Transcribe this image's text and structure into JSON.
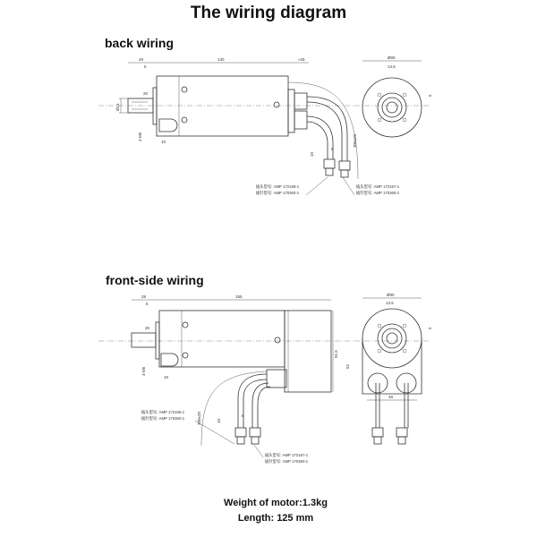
{
  "title": "The wiring diagram",
  "sections": {
    "back": {
      "label": "back wiring",
      "dims": {
        "flange": "28",
        "body": "130",
        "rear": "≈25",
        "shaft": "20",
        "shaft_step": "5",
        "cable": "300±20",
        "bolt": "4-M5",
        "bolt_depth": "10",
        "dia_outer": "Ø80",
        "dia_inner": "Ø14",
        "key": "5",
        "keyway": "13.5",
        "pin": "8",
        "strip": "10"
      },
      "plug_a": [
        "插头型号: AMP 172168-1",
        "插针型号: AMP 170360-1"
      ],
      "plug_b": [
        "插头型号: AMP 172167-1",
        "插针型号: AMP 170360-1"
      ]
    },
    "front": {
      "label": "front-side wiring",
      "dims": {
        "flange": "28",
        "body": "155",
        "shaft_step": "5",
        "shaft": "20",
        "cable": "300±20",
        "height": "91.5",
        "bolt": "4-M5",
        "bolt_depth": "10",
        "dia_outer": "Ø80",
        "keyway": "13.5",
        "key": "5",
        "offset": "52",
        "gland_pitch": "48",
        "pin": "8",
        "strip": "10"
      },
      "plug_a": [
        "插头型号: AMP 172168-1",
        "插针型号: AMP 170360-1"
      ],
      "plug_b": [
        "插头型号: AMP 172167-1",
        "插针型号: AMP 170360-1"
      ]
    }
  },
  "footer": {
    "weight": "Weight of motor:1.3kg",
    "length": "Length: 125 mm"
  }
}
